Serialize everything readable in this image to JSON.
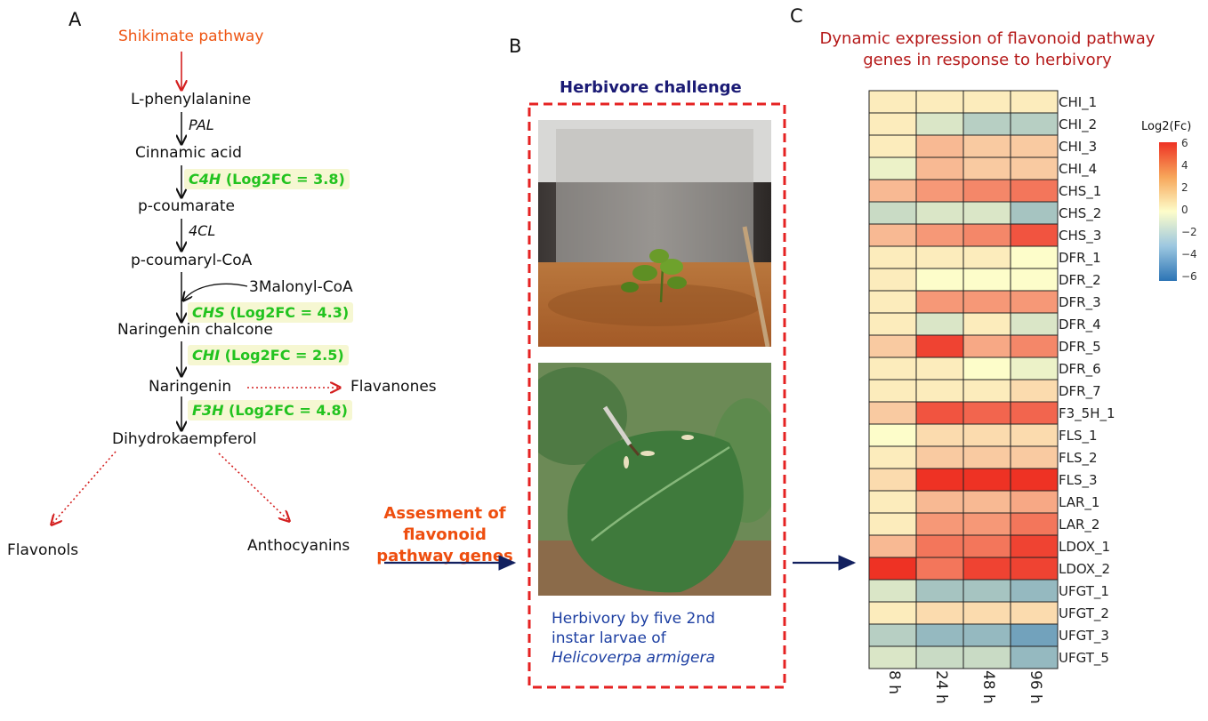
{
  "panels": {
    "a": "A",
    "b": "B",
    "c": "C"
  },
  "panel_a": {
    "source": "Shikimate pathway",
    "metabolites": [
      "L-phenylalanine",
      "Cinnamic acid",
      "p-coumarate",
      "p-coumaryl-CoA",
      "Naringenin chalcone",
      "Naringenin",
      "Dihydrokaempferol"
    ],
    "cosubstrate": "3Malonyl-CoA",
    "enzymes_plain": [
      "PAL",
      "4CL"
    ],
    "enzymes_highlighted": [
      {
        "gene": "C4H",
        "value": "(Log2FC = 3.8)"
      },
      {
        "gene": "CHS",
        "value": "(Log2FC = 4.3)"
      },
      {
        "gene": "CHI",
        "value": "(Log2FC = 2.5)"
      },
      {
        "gene": "F3H",
        "value": "(Log2FC = 4.8)"
      }
    ],
    "side_products": {
      "flavanones": "Flavanones",
      "flavonols": "Flavonols",
      "anthocyanins": "Anthocyanins"
    },
    "colors": {
      "highlight_text": "#22c31f",
      "highlight_bg": "#f6f7d2",
      "dotted_arrow": "#d42020",
      "source_text": "#ee5513"
    }
  },
  "panel_b": {
    "title": "Herbivore challenge",
    "assessment_lines": [
      "Assesment of",
      "flavonoid",
      "pathway genes"
    ],
    "caption_lines": [
      "Herbivory by five 2nd",
      "instar larvae of"
    ],
    "caption_species": "Helicoverpa armigera",
    "colors": {
      "frame": "#e52222",
      "title": "#1b1b75",
      "caption": "#1d3fa2",
      "assessment": "#ee4e0f",
      "arrow": "#12205f"
    }
  },
  "panel_c": {
    "title_lines": [
      "Dynamic expression of flavonoid pathway",
      "genes in response to herbivory"
    ],
    "legend_title": "Log2(Fc)",
    "legend_ticks": [
      "6",
      "4",
      "2",
      "0",
      "−2",
      "−4",
      "−6"
    ],
    "color_scale": [
      "#2c74b5",
      "#fdfdca",
      "#ee3224"
    ]
  },
  "chart_data": {
    "type": "heatmap",
    "title": "Dynamic expression of flavonoid pathway genes in response to herbivory",
    "legend_title": "Log2(Fc)",
    "value_range": [
      -6,
      6
    ],
    "columns": [
      "8 h",
      "24 h",
      "48 h",
      "96 h"
    ],
    "rows": [
      "CHI_1",
      "CHI_2",
      "CHI_3",
      "CHI_4",
      "CHS_1",
      "CHS_2",
      "CHS_3",
      "DFR_1",
      "DFR_2",
      "DFR_3",
      "DFR_4",
      "DFR_5",
      "DFR_6",
      "DFR_7",
      "F3_5H_1",
      "FLS_1",
      "FLS_2",
      "FLS_3",
      "LAR_1",
      "LAR_2",
      "LDOX_1",
      "LDOX_2",
      "UFGT_1",
      "UFGT_2",
      "UFGT_3",
      "UFGT_5"
    ],
    "values": [
      [
        0.5,
        0.5,
        0.5,
        0.5
      ],
      [
        0.5,
        -1.0,
        -2.0,
        -2.0
      ],
      [
        0.5,
        2.0,
        1.5,
        1.5
      ],
      [
        -0.5,
        2.0,
        1.5,
        1.5
      ],
      [
        2.0,
        3.0,
        3.5,
        4.0
      ],
      [
        -1.5,
        -1.0,
        -1.0,
        -2.5
      ],
      [
        2.0,
        3.0,
        3.5,
        5.0
      ],
      [
        0.5,
        0.5,
        0.5,
        0.0
      ],
      [
        0.5,
        0.0,
        0.0,
        0.0
      ],
      [
        0.5,
        3.0,
        3.0,
        3.0
      ],
      [
        0.5,
        -1.0,
        0.5,
        -1.0
      ],
      [
        1.5,
        5.5,
        2.5,
        3.5
      ],
      [
        0.5,
        0.5,
        0.0,
        -0.5
      ],
      [
        0.5,
        0.5,
        0.5,
        1.0
      ],
      [
        1.5,
        5.0,
        4.5,
        4.5
      ],
      [
        0.0,
        1.0,
        1.0,
        1.0
      ],
      [
        0.5,
        1.5,
        1.5,
        1.5
      ],
      [
        1.0,
        6.0,
        6.0,
        6.0
      ],
      [
        0.5,
        2.0,
        2.0,
        2.5
      ],
      [
        0.5,
        3.0,
        3.0,
        4.0
      ],
      [
        2.0,
        4.0,
        4.0,
        5.5
      ],
      [
        6.0,
        4.0,
        5.5,
        5.5
      ],
      [
        -1.0,
        -2.5,
        -2.5,
        -3.0
      ],
      [
        0.5,
        1.0,
        1.0,
        1.0
      ],
      [
        -2.0,
        -3.0,
        -3.0,
        -4.0
      ],
      [
        -1.0,
        -1.5,
        -1.5,
        -3.0
      ]
    ]
  }
}
